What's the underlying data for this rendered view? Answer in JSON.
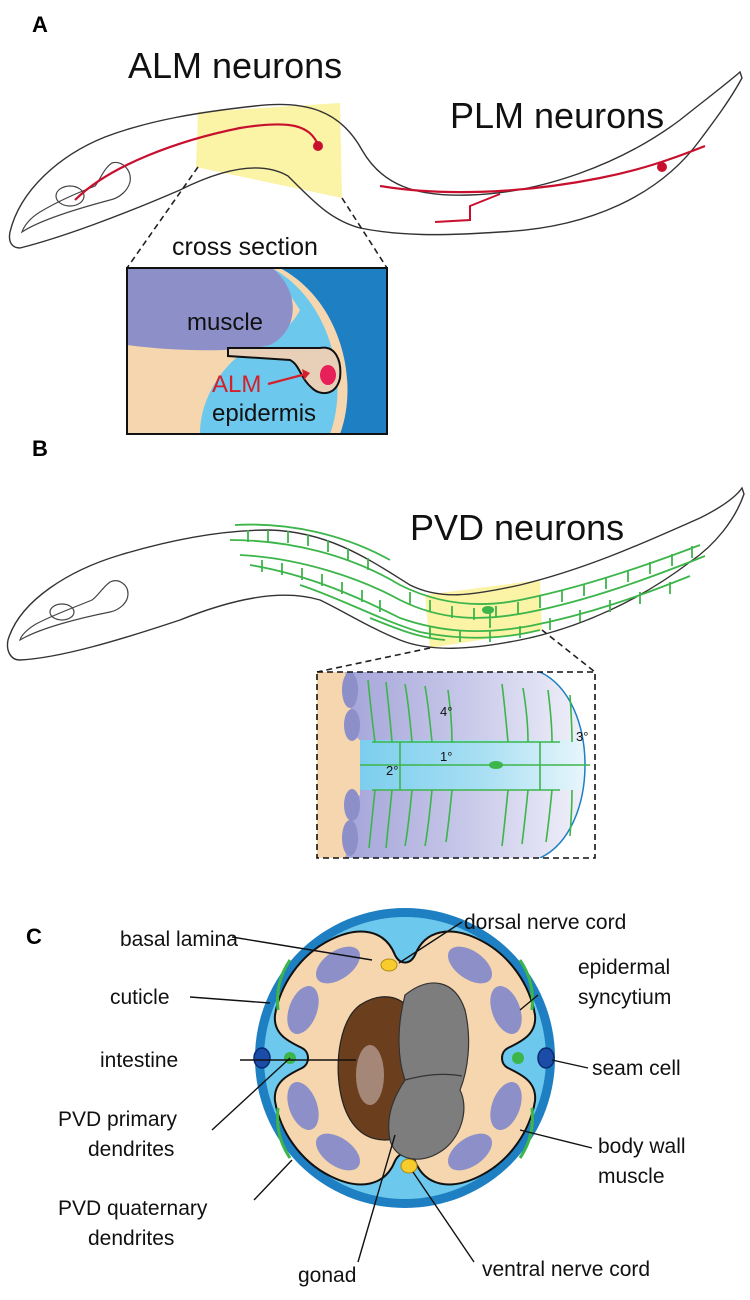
{
  "panel_a": {
    "letter": "A",
    "alm_title": "ALM neurons",
    "plm_title": "PLM neurons",
    "inset_title": "cross section",
    "muscle": "muscle",
    "alm": "ALM",
    "epidermis": "epidermis"
  },
  "panel_b": {
    "letter": "B",
    "title": "PVD neurons",
    "order_4": "4°",
    "order_3": "3°",
    "order_1": "1°",
    "order_2": "2°"
  },
  "panel_c": {
    "letter": "C",
    "basal_lamina": "basal lamina",
    "dorsal_nerve_cord": "dorsal nerve cord",
    "cuticle": "cuticle",
    "epidermal_line1": "epidermal",
    "epidermal_line2": "syncytium",
    "intestine": "intestine",
    "seam_cell": "seam cell",
    "pvd_primary_line1": "PVD primary",
    "pvd_primary_line2": "dendrites",
    "body_wall_line1": "body wall",
    "body_wall_line2": "muscle",
    "pvd_quat_line1": "PVD quaternary",
    "pvd_quat_line2": "dendrites",
    "gonad": "gonad",
    "ventral_nerve_cord": "ventral nerve cord"
  },
  "colors": {
    "neuron_red": "#c8102e",
    "pvd_green": "#3cb54a",
    "epidermis_blue": "#6cc8ec",
    "muscle_purple": "#8c8fc8",
    "tissue_tan": "#f6d6ae",
    "highlight_yellow": "#fbf3a6"
  }
}
